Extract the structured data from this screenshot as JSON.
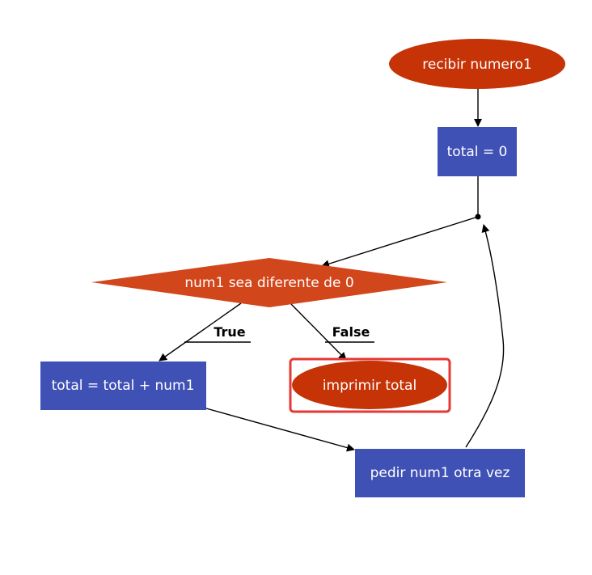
{
  "colors": {
    "terminal": "#C63307",
    "process": "#3F51B5",
    "decision": "#D2461B",
    "highlight": "#E53935",
    "edge": "#000000"
  },
  "nodes": {
    "start": {
      "label": "recibir numero1",
      "shape": "ellipse"
    },
    "init": {
      "label": "total = 0",
      "shape": "rectangle"
    },
    "decision": {
      "label": "num1 sea diferente de 0",
      "shape": "diamond"
    },
    "sum": {
      "label": "total = total + num1",
      "shape": "rectangle"
    },
    "print": {
      "label": "imprimir total",
      "shape": "ellipse"
    },
    "ask": {
      "label": "pedir num1 otra vez",
      "shape": "rectangle"
    }
  },
  "edges": {
    "true_label": "True",
    "false_label": "False"
  }
}
